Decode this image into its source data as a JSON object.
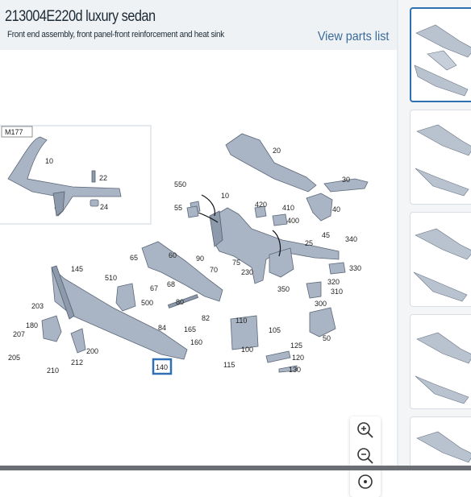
{
  "header": {
    "title": "213004E220d luxury sedan",
    "subtitle": "Front end assembly, front panel-front reinforcement and heat sink",
    "view_parts_label": "View parts list"
  },
  "diagram": {
    "inset_label": "M177",
    "inset_callouts": [
      "10",
      "22",
      "24"
    ],
    "callouts": [
      "20",
      "30",
      "550",
      "10",
      "55",
      "420",
      "410",
      "400",
      "40",
      "25",
      "45",
      "340",
      "65",
      "60",
      "90",
      "75",
      "70",
      "230",
      "330",
      "145",
      "510",
      "67",
      "68",
      "350",
      "320",
      "310",
      "500",
      "300",
      "203",
      "80",
      "84",
      "82",
      "165",
      "180",
      "207",
      "110",
      "105",
      "50",
      "160",
      "125",
      "100",
      "200",
      "205",
      "212",
      "120",
      "210",
      "115",
      "130"
    ],
    "selected_callout": "140"
  },
  "zoom": {
    "zoom_in": "zoom-in-icon",
    "zoom_out": "zoom-out-icon",
    "reset": "target-icon"
  },
  "sidebar": {
    "selected_index": 0,
    "thumbnail_count": 5
  },
  "colors": {
    "accent": "#2f6fb3",
    "link": "#3a6a99",
    "header_bg": "#eef2f5",
    "part_fill": "#a9b5c4"
  }
}
